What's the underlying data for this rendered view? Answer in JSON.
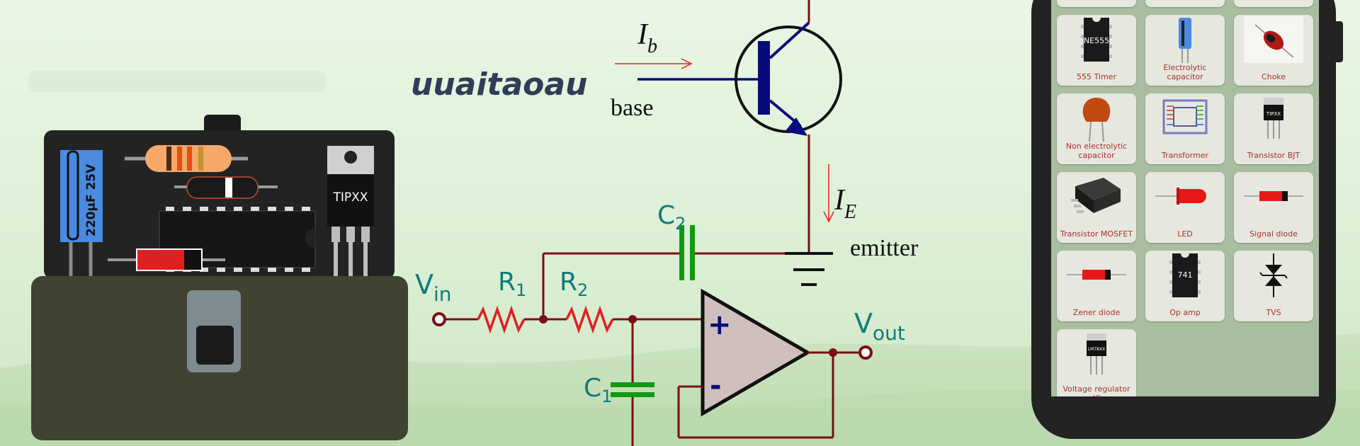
{
  "banner_text": "uuaitaoau",
  "board": {
    "capacitor_label": "220µF 25V",
    "transistor_label": "TIPXX"
  },
  "circuit": {
    "ib": "I",
    "ib_sub": "b",
    "base": "base",
    "ie": "I",
    "ie_sub": "E",
    "emitter": "emitter",
    "vin": "V",
    "vin_sub": "in",
    "vout": "V",
    "vout_sub": "out",
    "r1": "R",
    "r1_sub": "1",
    "r2": "R",
    "r2_sub": "2",
    "c1": "C",
    "c1_sub": "1",
    "c2": "C",
    "c2_sub": "2",
    "plus": "+",
    "minus": "-"
  },
  "phone": {
    "tiles": [
      {
        "label": "555 Timer",
        "chip": "NE555"
      },
      {
        "label": "Electrolytic capacitor",
        "chip": ""
      },
      {
        "label": "Choke",
        "chip": ""
      },
      {
        "label": "Non electrolytic capacitor",
        "chip": ""
      },
      {
        "label": "Transformer",
        "chip": ""
      },
      {
        "label": "Transistor BJT",
        "chip": "TIPXX"
      },
      {
        "label": "Transistor MOSFET",
        "chip": ""
      },
      {
        "label": "LED",
        "chip": ""
      },
      {
        "label": "Signal diode",
        "chip": ""
      },
      {
        "label": "Zener diode",
        "chip": ""
      },
      {
        "label": "Op amp",
        "chip": "741"
      },
      {
        "label": "TVS",
        "chip": ""
      },
      {
        "label": "Voltage regulator IC",
        "chip": "LM78XX"
      }
    ]
  },
  "colors": {
    "wire": "#7a1010",
    "resistor": "#e02020",
    "capacitor": "#119911",
    "teal_text": "#117a7a",
    "navy": "#0a0a7a",
    "tile_label": "#a8322c"
  }
}
